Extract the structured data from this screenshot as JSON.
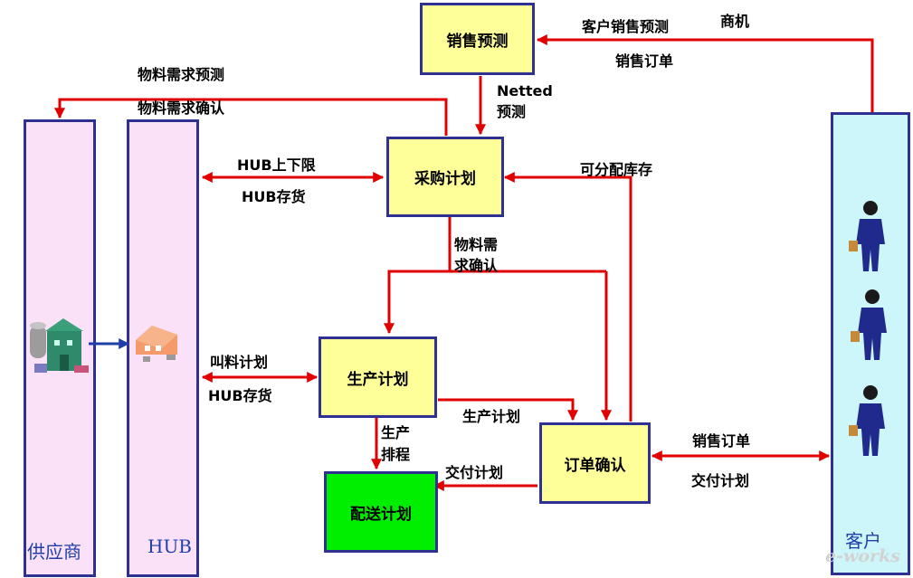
{
  "nodes": {
    "sales_forecast": "销售预测",
    "purchase_plan": "采购计划",
    "production_plan": "生产计划",
    "order_confirm": "订单确认",
    "delivery_plan": "配送计划"
  },
  "columns": {
    "supplier": "供应商",
    "hub": "HUB",
    "customer": "客户"
  },
  "labels": {
    "customer_sales_forecast": "客户销售预测",
    "opportunity": "商机",
    "sales_order_top": "销售订单",
    "material_demand_forecast": "物料需求预测",
    "material_demand_confirm": "物料需求确认",
    "netted_1": "Netted",
    "netted_2": "预测",
    "hub_limits": "HUB上下限",
    "hub_inventory_1": "HUB存货",
    "available_inventory": "可分配库存",
    "mat_demand_1": "物料需",
    "mat_demand_2": "求确认",
    "call_plan": "叫料计划",
    "hub_inventory_2": "HUB存货",
    "production_plan_label": "生产计划",
    "prod_schedule_1": "生产",
    "prod_schedule_2": "排程",
    "delivery_plan_label": "交付计划",
    "sales_order_right": "销售订单",
    "delivery_plan_right": "交付计划"
  },
  "watermark": "e-works",
  "colors": {
    "arrow": "#e00000",
    "border": "#2e3192",
    "supplier_column": "#fbe1f7",
    "customer_column": "#cdf6fb",
    "box": "#ffff99",
    "delivery_box": "#00ee00"
  }
}
